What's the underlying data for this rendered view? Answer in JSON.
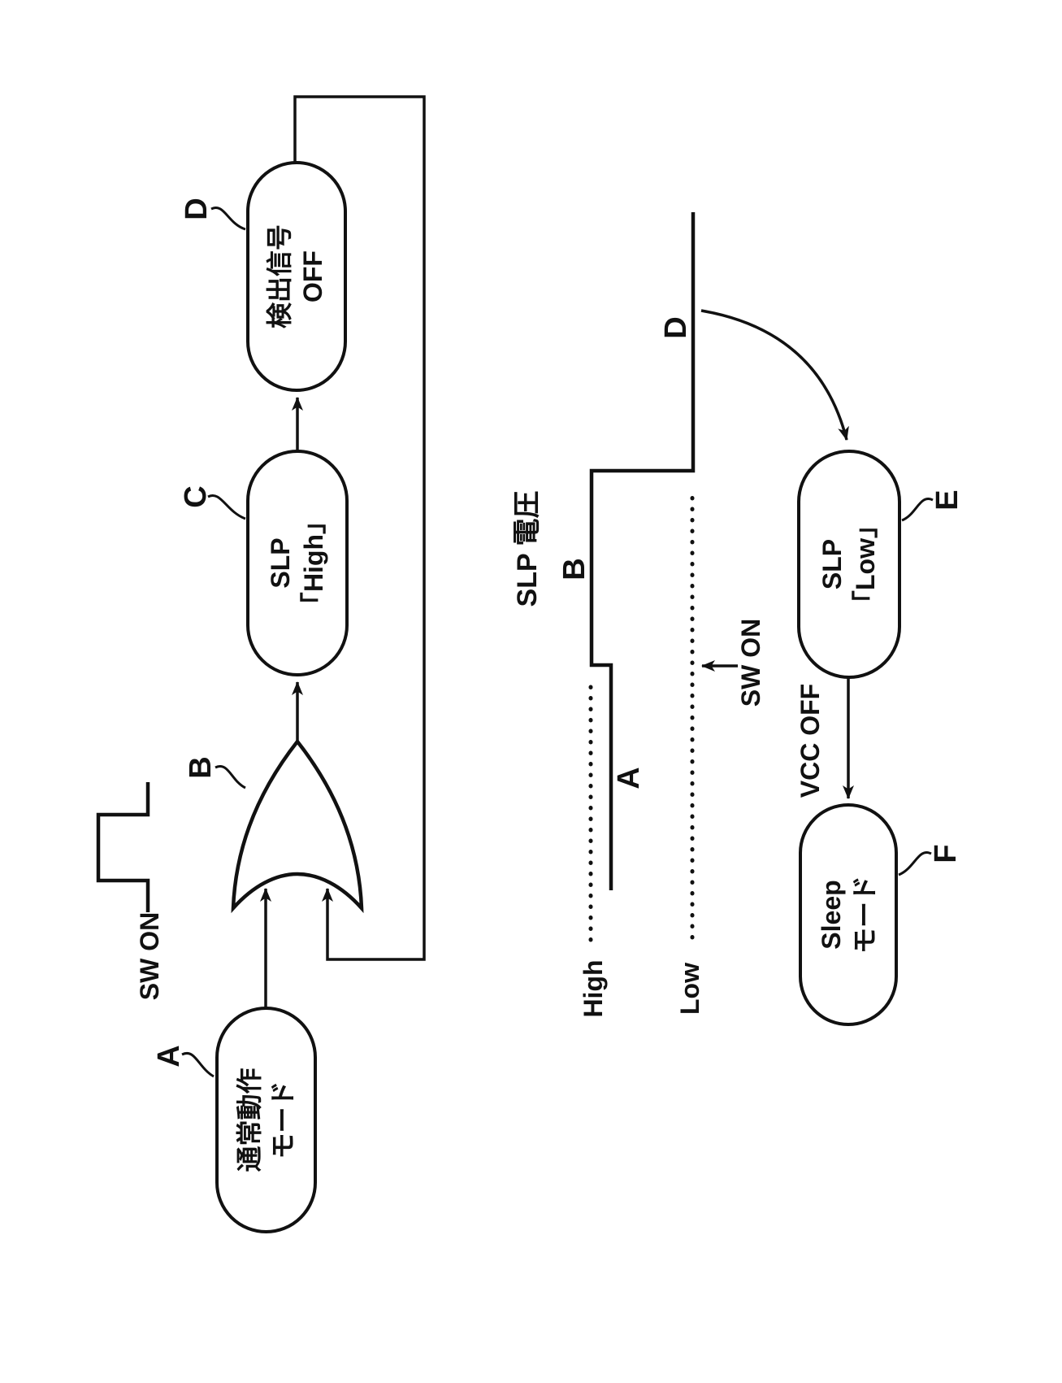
{
  "figure": {
    "flowchart": {
      "node_a": {
        "line1": "通常動作",
        "line2": "モード"
      },
      "node_c": {
        "line1": "SLP",
        "line2": "「High」"
      },
      "node_d": {
        "line1": "検出信号",
        "line2": "OFF"
      },
      "sw_on_label": "SW ON",
      "refs": {
        "a": "A",
        "b": "B",
        "c": "C",
        "d": "D"
      }
    },
    "timing_diagram": {
      "title": "SLP 電圧",
      "level_high": "High",
      "level_low": "Low",
      "label_a": "A",
      "label_b": "B",
      "label_d": "D",
      "sw_on_label": "SW ON",
      "waveform_segments": [
        {
          "label": "A",
          "level": "slightly below High"
        },
        {
          "label": "B",
          "level": "High"
        },
        {
          "label": "D",
          "level": "Low"
        }
      ]
    },
    "sleep_branch": {
      "node_e": {
        "line1": "SLP",
        "line2": "「Low」"
      },
      "node_f": {
        "line1": "Sleep",
        "line2": "モード"
      },
      "vcc_off_label": "VCC OFF",
      "refs": {
        "e": "E",
        "f": "F"
      }
    },
    "colors": {
      "ink": "#111111",
      "paper": "#ffffff"
    }
  }
}
